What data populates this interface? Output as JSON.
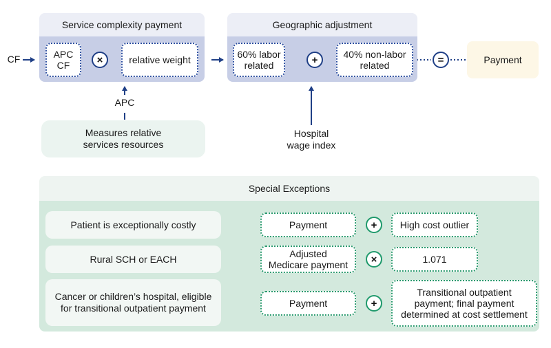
{
  "input_label": "CF",
  "service_panel": {
    "title": "Service complexity payment",
    "apc_cf": "APC\nCF",
    "operator": "×",
    "relative_weight": "relative weight"
  },
  "apc_label": "APC",
  "measures": "Measures relative\nservices resources",
  "geo_panel": {
    "title": "Geographic adjustment",
    "labor": "60% labor\nrelated",
    "operator": "+",
    "nonlabor": "40% non-labor\nrelated"
  },
  "equals_operator": "=",
  "payment": "Payment",
  "wage_index": "Hospital\nwage index",
  "special": {
    "title": "Special Exceptions",
    "rows": [
      {
        "condition": "Patient is exceptionally costly",
        "left": "Payment",
        "operator": "+",
        "right": "High cost outlier"
      },
      {
        "condition": "Rural SCH or EACH",
        "left": "Adjusted\nMedicare payment",
        "operator": "×",
        "right": "1.071"
      },
      {
        "condition": "Cancer or children’s hospital, eligible\nfor transitional outpatient payment",
        "left": "Payment",
        "operator": "+",
        "right": "Transitional outpatient\npayment; final payment\ndetermined at cost settlement"
      }
    ]
  },
  "colors": {
    "navy": "#1f3f86",
    "green": "#1f9a6c",
    "panel_blue": "#c7cee6",
    "panel_green": "#d3e9dd",
    "payment_bg": "#fdf7e6"
  }
}
